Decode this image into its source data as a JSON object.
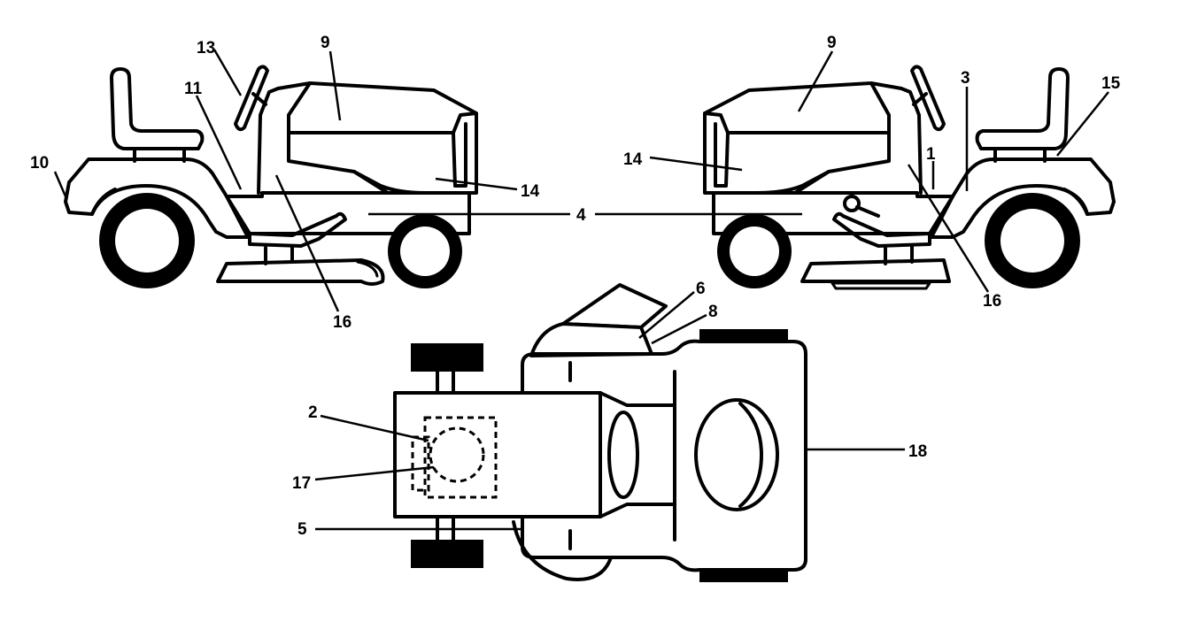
{
  "labels": {
    "l1": "1",
    "l2": "2",
    "l3": "3",
    "l4": "4",
    "l5": "5",
    "l6": "6",
    "l8": "8",
    "l9a": "9",
    "l9b": "9",
    "l10": "10",
    "l11": "11",
    "l13": "13",
    "l14a": "14",
    "l14b": "14",
    "l15": "15",
    "l16a": "16",
    "l16b": "16",
    "l17": "17",
    "l18": "18"
  },
  "colors": {
    "line": "#000000",
    "background": "#ffffff"
  }
}
